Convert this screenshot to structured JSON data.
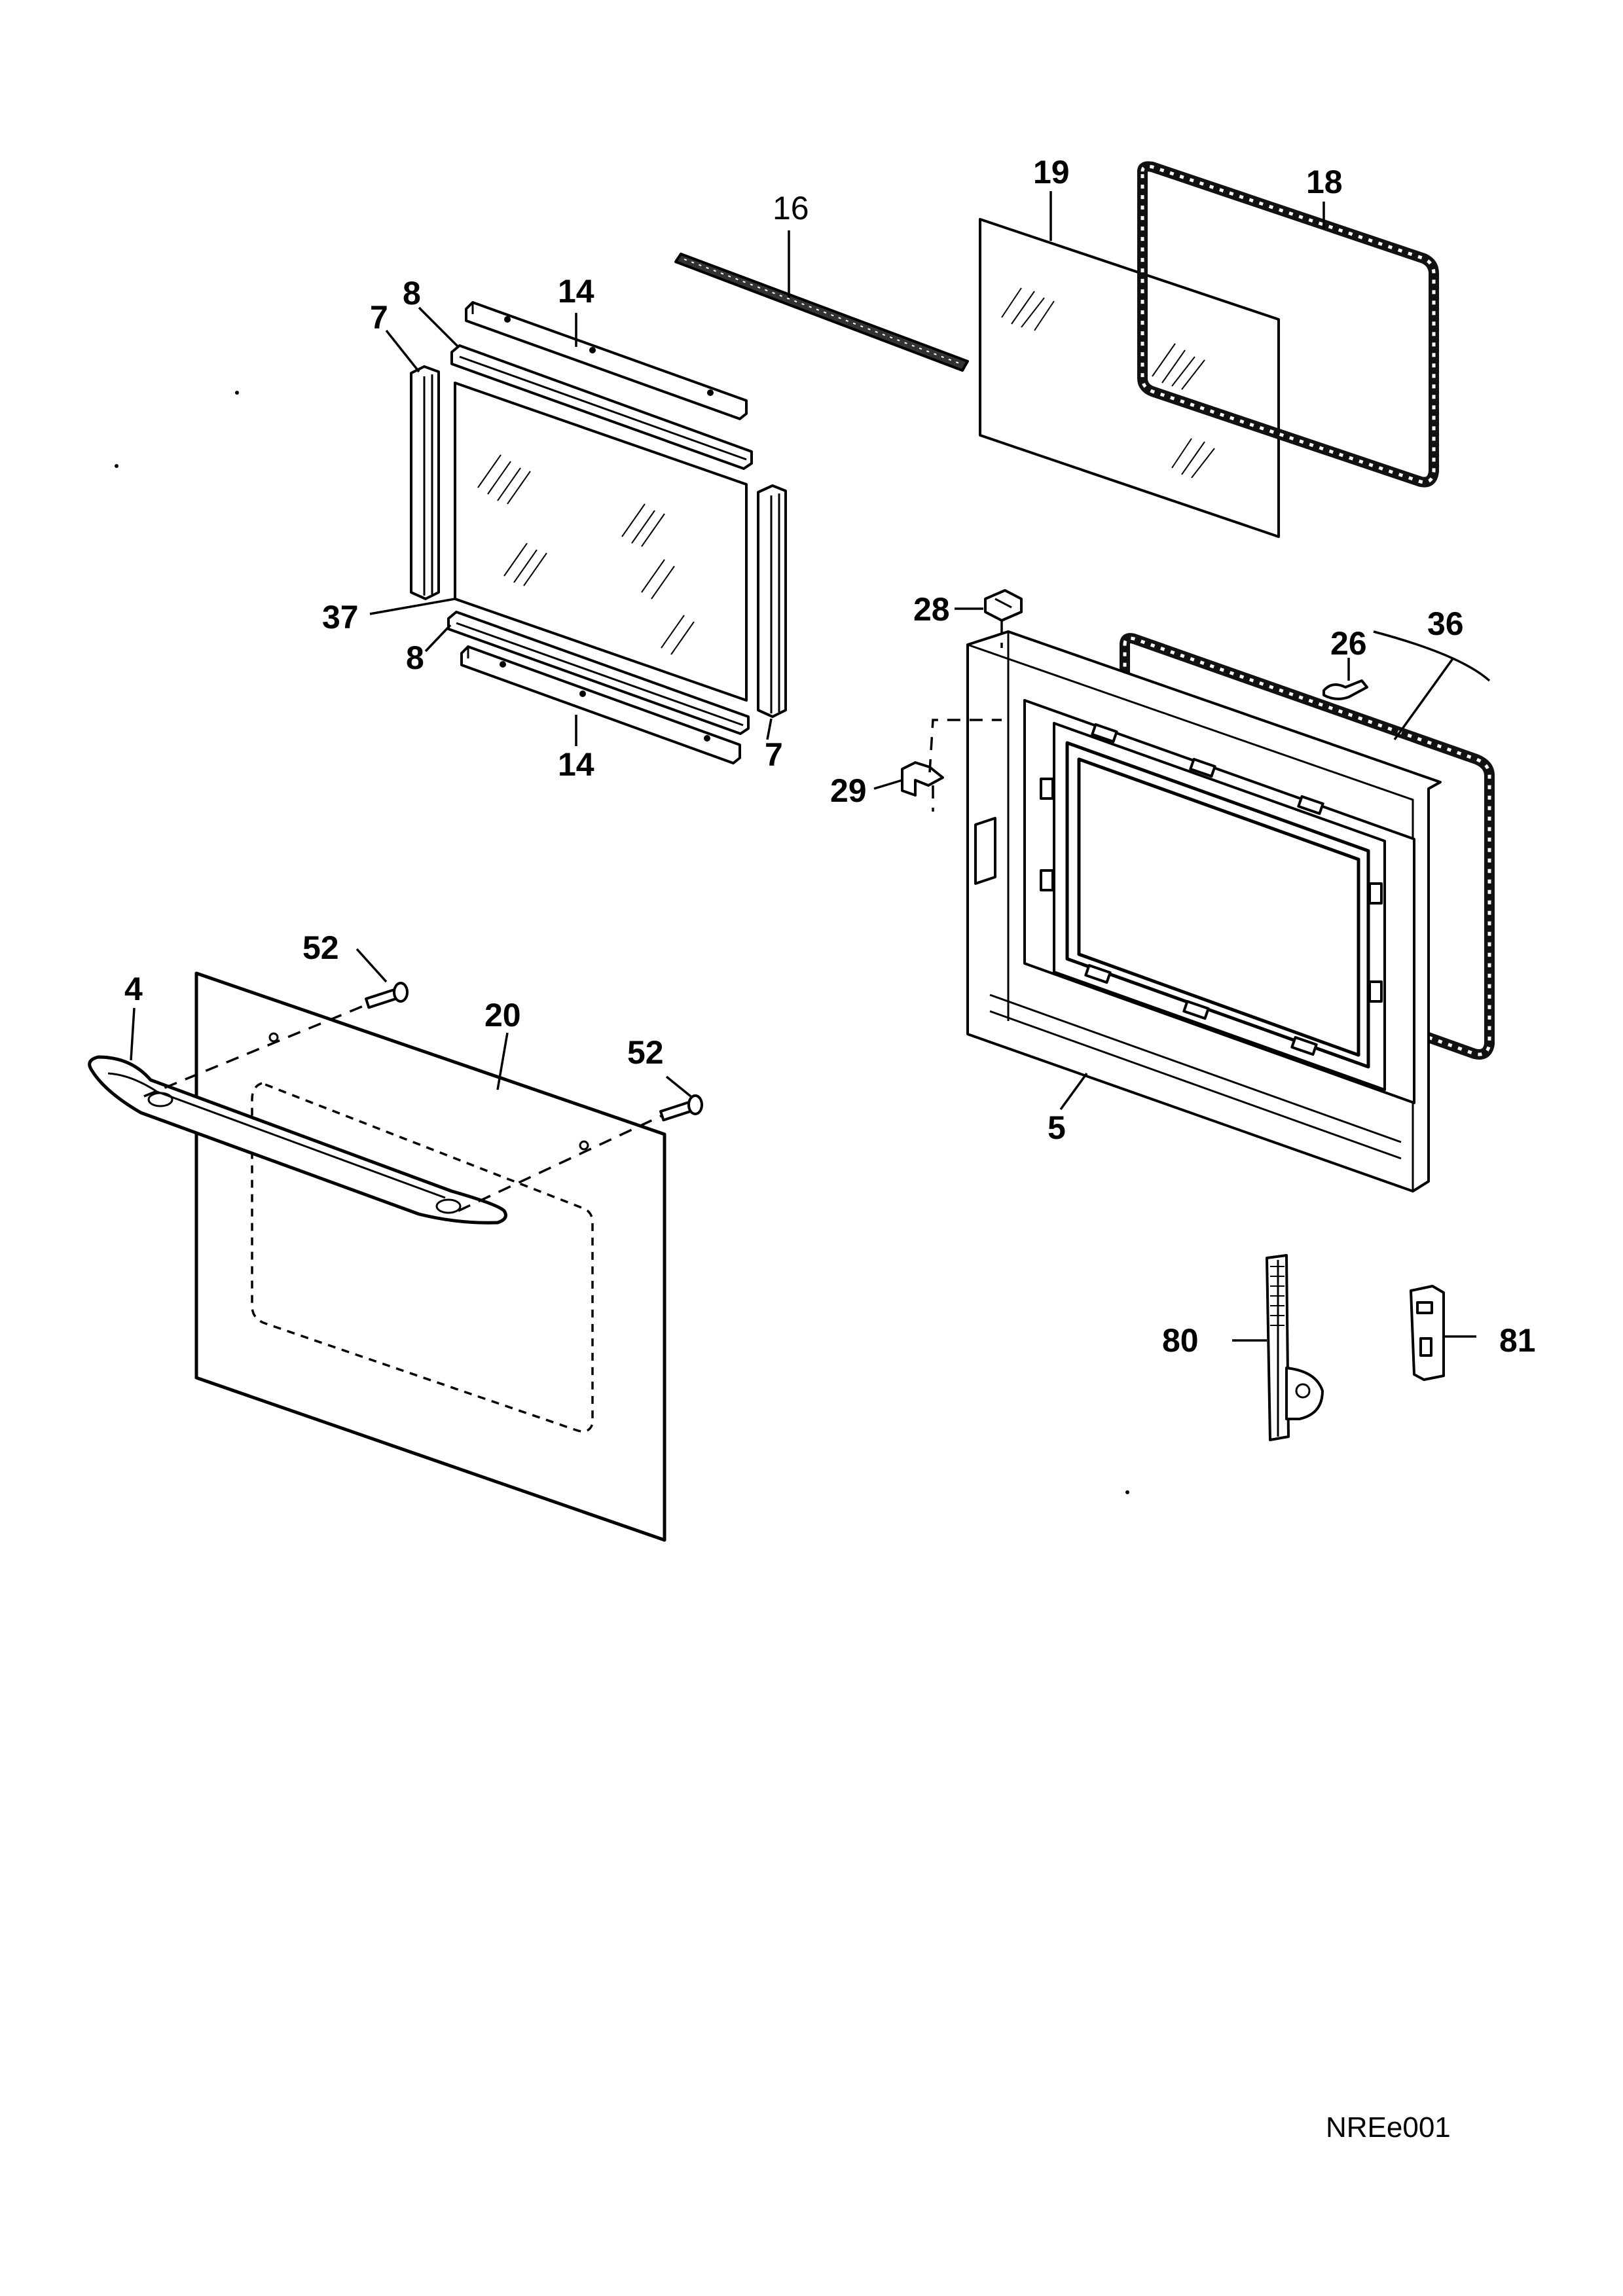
{
  "labels": {
    "p4": "4",
    "p5": "5",
    "p7_left": "7",
    "p7_right": "7",
    "p8_top": "8",
    "p8_bottom": "8",
    "p14_top": "14",
    "p14_bottom": "14",
    "p16": "16",
    "p18": "18",
    "p19": "19",
    "p20": "20",
    "p26": "26",
    "p28": "28",
    "p29": "29",
    "p36": "36",
    "p37": "37",
    "p52_left": "52",
    "p52_right": "52",
    "p80": "80",
    "p81": "81"
  },
  "drawing_code": "NREe001"
}
